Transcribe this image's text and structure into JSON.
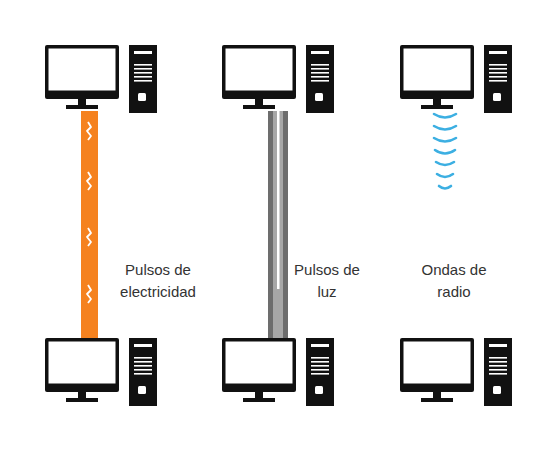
{
  "diagram": {
    "labels": [
      "Pulsos de electricidad",
      "Pulsos de luz",
      "Ondas de radio"
    ]
  }
}
